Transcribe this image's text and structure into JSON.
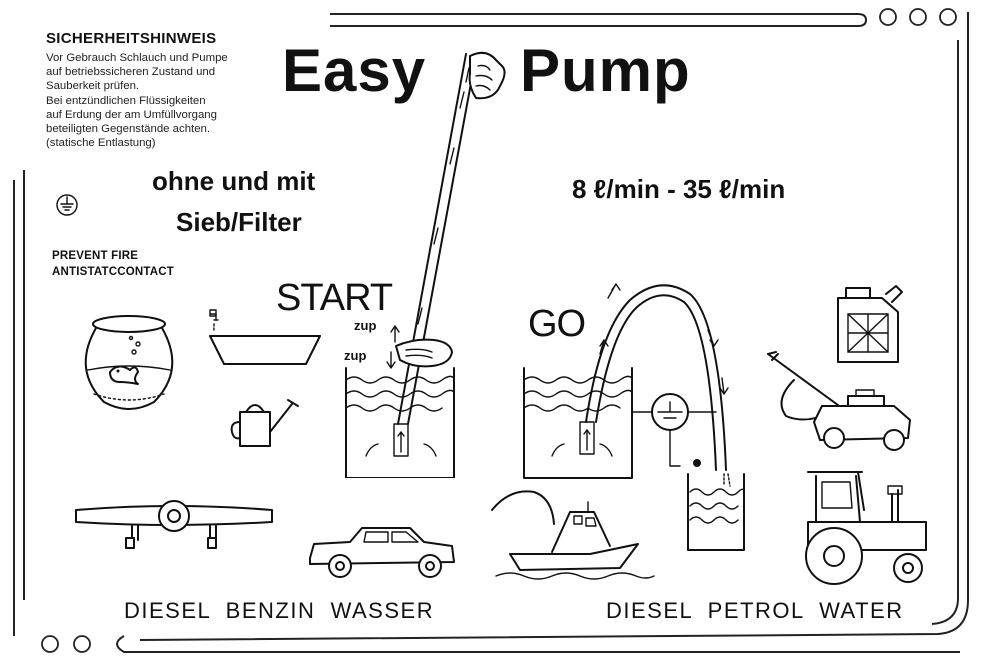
{
  "safety": {
    "title": "SICHERHEITSHINWEIS",
    "lines": [
      "Vor Gebrauch Schlauch und Pumpe",
      "auf betriebssicheren Zustand und",
      "Sauberkeit prüfen.",
      "Bei entzündlichen Flüssigkeiten",
      "auf Erdung der am Umfüllvorgang",
      "beteiligten Gegenstände achten.",
      "(statische Entlastung)"
    ]
  },
  "title": {
    "easy": "Easy",
    "pump": "Pump"
  },
  "subtitle": {
    "line1": "ohne und mit",
    "line2": "Sieb/Filter"
  },
  "flow_rate": "8 ℓ/min - 35 ℓ/min",
  "warning": {
    "line1": "PREVENT FIRE",
    "line2": "ANTISTATCCONTACT"
  },
  "steps": {
    "start": "START",
    "go": "GO",
    "zup_upper": "zup",
    "zup_lower": "zup"
  },
  "fuels": {
    "german": "DIESEL  BENZIN  WASSER",
    "english": "DIESEL  PETROL  WATER"
  },
  "icons": [
    "ground-symbol-icon",
    "fishbowl-icon",
    "washbasin-icon",
    "watering-can-icon",
    "airplane-icon",
    "car-icon",
    "boat-icon",
    "jerrycan-icon",
    "lawnmower-icon",
    "tractor-icon",
    "pump-tube-icon",
    "hand-icon",
    "siphon-hose-icon",
    "filter-icon"
  ]
}
